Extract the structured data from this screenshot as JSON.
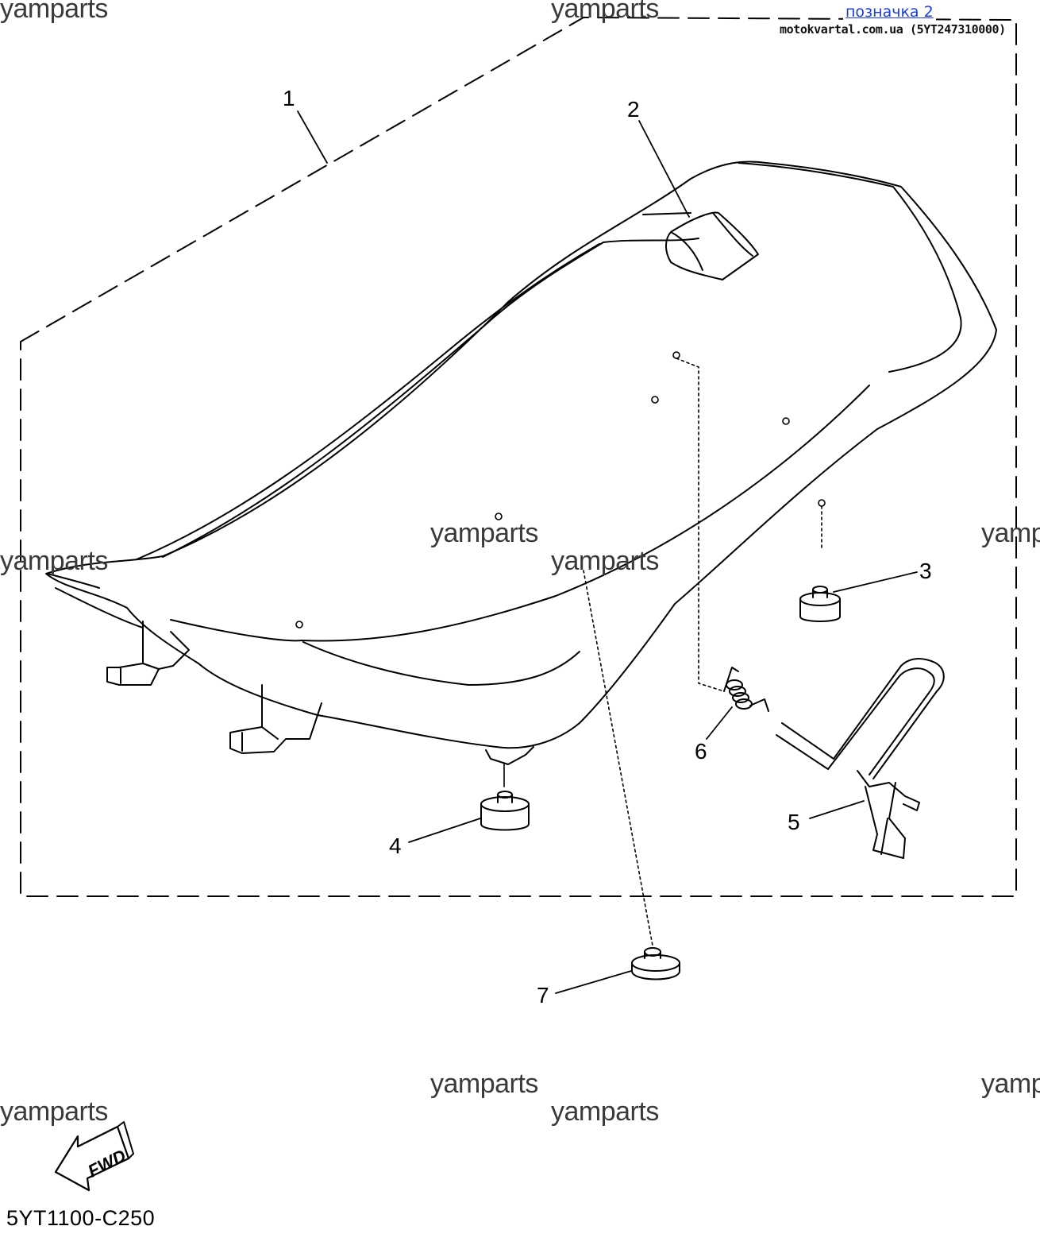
{
  "header": {
    "link_text": "позначка 2",
    "source_text": "motokvartal.com.ua (5YT247310000)"
  },
  "watermark_text": "yamparts",
  "callouts": [
    "1",
    "2",
    "3",
    "4",
    "5",
    "6",
    "7"
  ],
  "fwd_label": "FWD",
  "diagram_code": "5YT1100-C250",
  "colors": {
    "link": "#1a3fd6",
    "line": "#000000",
    "watermark": "#3a3a3a"
  }
}
